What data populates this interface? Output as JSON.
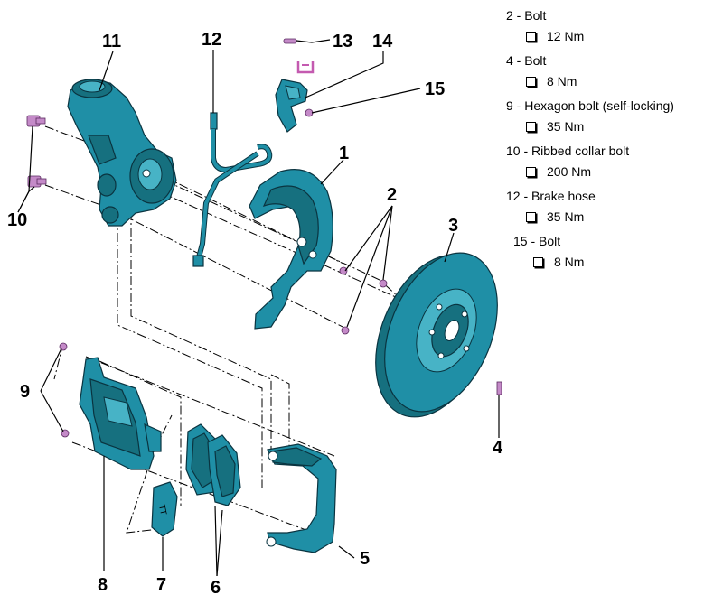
{
  "callouts": {
    "c1": "1",
    "c2": "2",
    "c3": "3",
    "c4": "4",
    "c5": "5",
    "c6": "6",
    "c7": "7",
    "c8": "8",
    "c9": "9",
    "c10": "10",
    "c11": "11",
    "c12": "12",
    "c13": "13",
    "c14": "14",
    "c15": "15"
  },
  "pad_marking": "TT",
  "legend": [
    {
      "title": "2 - Bolt",
      "torque": "12 Nm"
    },
    {
      "title": "4 - Bolt",
      "torque": "8 Nm"
    },
    {
      "title": "9 - Hexagon bolt (self-locking)",
      "torque": "35 Nm"
    },
    {
      "title": "10 - Ribbed collar bolt",
      "torque": "200 Nm"
    },
    {
      "title": "12 - Brake hose",
      "torque": "35 Nm"
    },
    {
      "title": "15 - Bolt",
      "torque": "8 Nm"
    }
  ],
  "colors": {
    "part": "#1f8fa6",
    "bolt": "#c48ac8"
  }
}
